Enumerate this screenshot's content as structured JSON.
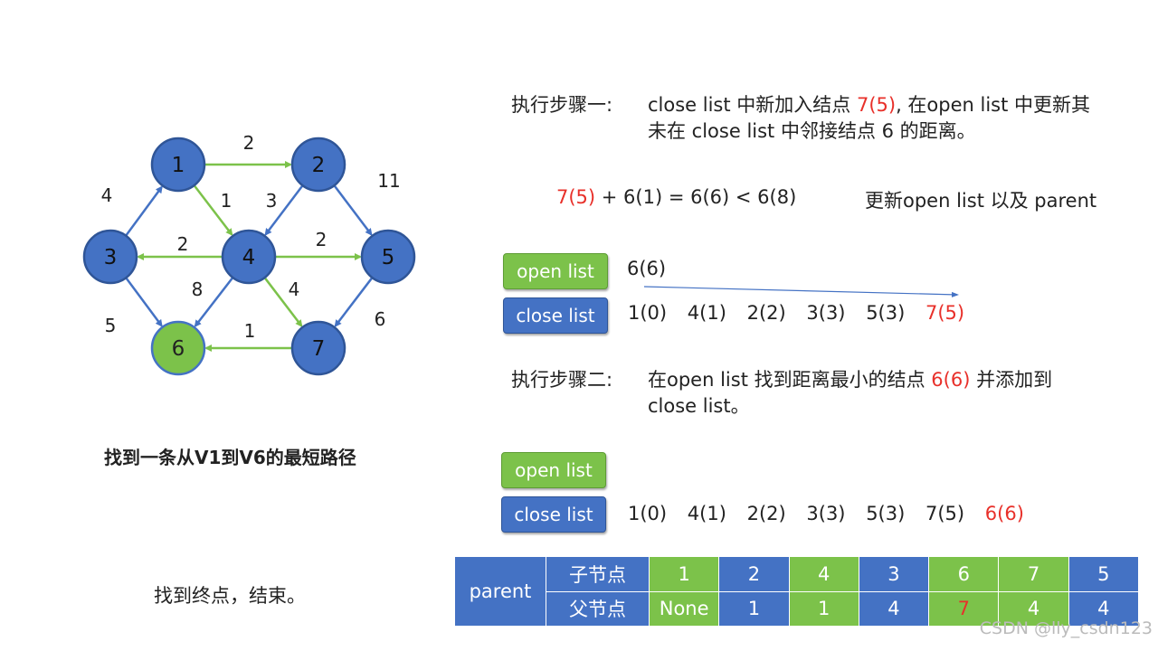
{
  "graph": {
    "nodes": [
      {
        "id": "1",
        "fill": "#4472c4"
      },
      {
        "id": "2",
        "fill": "#4472c4"
      },
      {
        "id": "3",
        "fill": "#4472c4"
      },
      {
        "id": "4",
        "fill": "#4472c4"
      },
      {
        "id": "5",
        "fill": "#4472c4"
      },
      {
        "id": "6",
        "fill": "#7cc24a"
      },
      {
        "id": "7",
        "fill": "#4472c4"
      }
    ],
    "edges": [
      {
        "from": "1",
        "to": "2",
        "weight": "2",
        "color": "#7cc24a"
      },
      {
        "from": "1",
        "to": "4",
        "weight": "1",
        "color": "#7cc24a"
      },
      {
        "from": "3",
        "to": "1",
        "weight": "4",
        "color": "#4472c4"
      },
      {
        "from": "2",
        "to": "4",
        "weight": "3",
        "color": "#4472c4"
      },
      {
        "from": "2",
        "to": "5",
        "weight": "11",
        "color": "#4472c4"
      },
      {
        "from": "4",
        "to": "3",
        "weight": "2",
        "color": "#7cc24a"
      },
      {
        "from": "4",
        "to": "5",
        "weight": "2",
        "color": "#7cc24a"
      },
      {
        "from": "4",
        "to": "6",
        "weight": "8",
        "color": "#4472c4"
      },
      {
        "from": "4",
        "to": "7",
        "weight": "4",
        "color": "#7cc24a"
      },
      {
        "from": "3",
        "to": "6",
        "weight": "5",
        "color": "#4472c4"
      },
      {
        "from": "7",
        "to": "6",
        "weight": "1",
        "color": "#7cc24a"
      },
      {
        "from": "5",
        "to": "7",
        "weight": "6",
        "color": "#4472c4"
      }
    ]
  },
  "caption": "找到一条从V1到V6的最短路径",
  "end_text": "找到终点，结束。",
  "step1": {
    "label": "执行步骤一:",
    "line1_a": "close list 中新加入结点 ",
    "line1_red": "7(5)",
    "line1_b": ", 在open list 中更新其",
    "line2": "未在 close list 中邻接结点 6 的距离。"
  },
  "formula": {
    "red": "7(5)",
    "rest": " + 6(1) = 6(6)  <  6(8)",
    "note": "更新open list 以及 parent"
  },
  "lists1": {
    "open_label": "open list",
    "close_label": "close list",
    "open_items": [
      "6(6)"
    ],
    "close_items": [
      "1(0)",
      "4(1)",
      "2(2)",
      "3(3)",
      "5(3)"
    ],
    "close_new": "7(5)"
  },
  "step2": {
    "label": "执行步骤二:",
    "line1_a": "在open list 找到距离最小的结点 ",
    "line1_red": "6(6)",
    "line1_b": " 并添加到",
    "line2": "close list。"
  },
  "lists2": {
    "open_label": "open list",
    "close_label": "close list",
    "close_items": [
      "1(0)",
      "4(1)",
      "2(2)",
      "3(3)",
      "5(3)",
      "7(5)"
    ],
    "close_new": "6(6)"
  },
  "parent_table": {
    "title": "parent",
    "child_label": "子节点",
    "father_label": "父节点",
    "children": [
      "1",
      "2",
      "4",
      "3",
      "6",
      "7",
      "5"
    ],
    "parents": [
      "None",
      "1",
      "1",
      "4",
      "7",
      "4",
      "4"
    ],
    "colors": [
      "green",
      "blue",
      "green",
      "blue",
      "green",
      "green",
      "blue"
    ],
    "highlight_index": 4
  },
  "watermark": "CSDN @lly_csdn123"
}
